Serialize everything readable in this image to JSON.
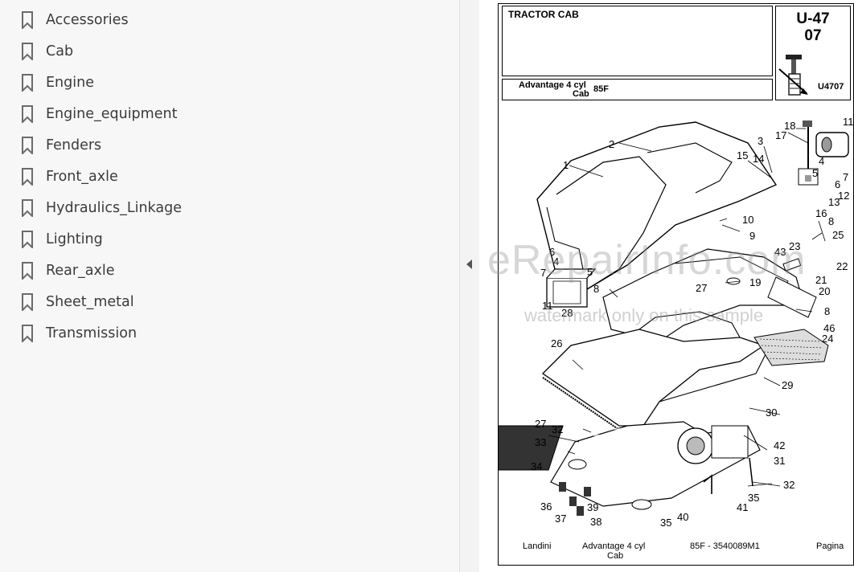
{
  "sidebar": {
    "bookmarks": [
      {
        "label": "Accessories"
      },
      {
        "label": "Cab"
      },
      {
        "label": "Engine"
      },
      {
        "label": "Engine_equipment"
      },
      {
        "label": "Fenders"
      },
      {
        "label": "Front_axle"
      },
      {
        "label": "Hydraulics_Linkage"
      },
      {
        "label": "Lighting"
      },
      {
        "label": "Rear_axle"
      },
      {
        "label": "Sheet_metal"
      },
      {
        "label": "Transmission"
      }
    ]
  },
  "page": {
    "title": "TRACTOR CAB",
    "model_line1": "Advantage 4 cyl",
    "model_line2": "Cab",
    "model_code": "85F",
    "code_line1": "U-47",
    "code_line2": "07",
    "ref": "U4707",
    "watermark_main": "eRepairInfo.com",
    "watermark_sub": "watermark only on this sample",
    "footer": {
      "brand": "Landini",
      "model": "Advantage 4 cyl",
      "model_sub": "Cab",
      "part": "85F - 3540089M1",
      "page_label": "Pagina"
    },
    "callouts": [
      "1",
      "2",
      "3",
      "4",
      "5",
      "6",
      "7",
      "8",
      "9",
      "10",
      "11",
      "12",
      "13",
      "14",
      "15",
      "16",
      "17",
      "18",
      "19",
      "20",
      "21",
      "22",
      "23",
      "24",
      "25",
      "26",
      "27",
      "28",
      "29",
      "30",
      "31",
      "32",
      "33",
      "34",
      "35",
      "36",
      "37",
      "38",
      "39",
      "40",
      "41",
      "42",
      "43",
      "46"
    ]
  },
  "colors": {
    "sidebar_bg": "#f7f7f7",
    "text": "#3b3b3b"
  },
  "icons": {
    "bookmark": "bookmark-icon",
    "collapse": "chevron-left-icon"
  }
}
